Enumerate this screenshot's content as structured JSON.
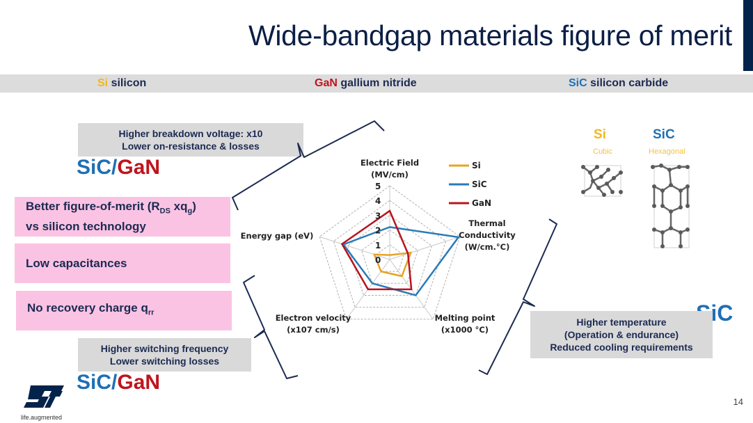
{
  "slide": {
    "title": "Wide-bandgap materials figure of merit",
    "page_number": "14"
  },
  "materials_strip": [
    {
      "symbol": "Si",
      "name": "silicon",
      "color": "#f2b81a"
    },
    {
      "symbol": "GaN",
      "name": "gallium nitride",
      "color": "#c0141c"
    },
    {
      "symbol": "SiC",
      "name": "silicon carbide",
      "color": "#1f6fb4"
    }
  ],
  "callouts": {
    "breakdown": [
      "Higher breakdown voltage: x10",
      "Lower on-resistance & losses"
    ],
    "switching": [
      "Higher switching frequency",
      "Lower switching losses"
    ],
    "temperature": [
      "Higher temperature",
      "(Operation & endurance)",
      "Reduced cooling requirements"
    ]
  },
  "benefits": {
    "fom_line1": "Better figure-of-merit (R",
    "fom_sub1": "DS",
    "fom_mid": " xq",
    "fom_sub2": "g",
    "fom_end": ")",
    "fom_line2": "vs silicon technology",
    "capacitance": "Low capacitances",
    "recovery": "No recovery charge q",
    "recovery_sub": "rr"
  },
  "material_tags": {
    "sic": "SiC",
    "slash": "/",
    "gan": "GaN",
    "sic_alone": "SiC"
  },
  "crystal": {
    "si_label": "Si",
    "si_structure": "Cubic",
    "sic_label": "SiC",
    "sic_structure": "Hexagonal"
  },
  "logo": {
    "tagline": "life.augmented"
  },
  "chart_data": {
    "type": "radar",
    "title": "",
    "axes": [
      "Electric Field (MV/cm)",
      "Thermal Conductivity (W/cm.°C)",
      "Melting point (x1000 °C)",
      "Electron velocity (x107 cm/s)",
      "Energy gap (eV)"
    ],
    "axis_label_lines": [
      [
        "Electric Field",
        "(MV/cm)"
      ],
      [
        "Thermal",
        "Conductivity",
        "(W/cm.°C)"
      ],
      [
        "Melting point",
        "(x1000 °C)"
      ],
      [
        "Electron velocity",
        "(x107 cm/s)"
      ],
      [
        "Energy gap (eV)"
      ]
    ],
    "range": [
      0,
      5
    ],
    "ticks": [
      "0",
      "1",
      "2",
      "3",
      "4",
      "5"
    ],
    "grid": true,
    "legend_position": "top-right",
    "series": [
      {
        "name": "Si",
        "color": "#e8a323",
        "values": [
          0.3,
          1.5,
          1.4,
          1.0,
          1.1
        ]
      },
      {
        "name": "SiC",
        "color": "#2a7ab8",
        "values": [
          2.2,
          4.9,
          3.0,
          2.0,
          3.3
        ]
      },
      {
        "name": "GaN",
        "color": "#b8141c",
        "values": [
          3.3,
          1.3,
          2.5,
          2.5,
          3.4
        ]
      }
    ]
  }
}
